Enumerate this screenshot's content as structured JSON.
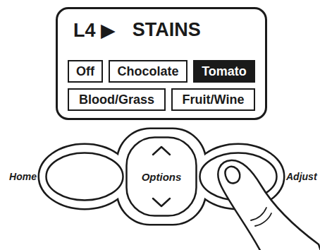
{
  "diagram": {
    "nodes": [
      {
        "text": [
          "L4 ▶",
          "STAINS"
        ]
      },
      {
        "text": [
          "Off"
        ],
        "in": 0
      },
      {
        "text": [
          "Chocolate"
        ],
        "in": 0
      },
      {
        "text": [
          "Tomato"
        ],
        "in": 0
      },
      {
        "text": [
          "Blood/Grass"
        ],
        "in": 0
      },
      {
        "text": [
          "Fruit/Wine"
        ],
        "in": 0
      },
      {
        "text": [
          "Home"
        ]
      },
      {
        "text": [
          "Options"
        ]
      },
      {
        "text": [
          "Adjust"
        ]
      }
    ]
  }
}
